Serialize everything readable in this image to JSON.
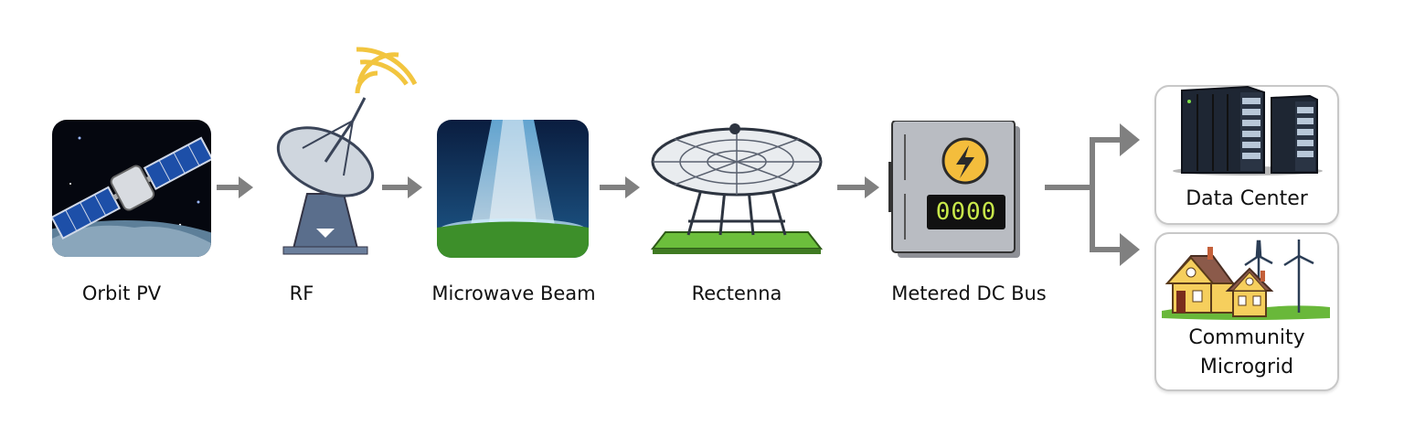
{
  "stages": [
    {
      "label": "Orbit PV",
      "icon": "satellite-icon"
    },
    {
      "label": "RF",
      "icon": "dish-transmitter-icon"
    },
    {
      "label": "Microwave Beam",
      "icon": "microwave-beam-icon"
    },
    {
      "label": "Rectenna",
      "icon": "rectenna-icon"
    },
    {
      "label": "Metered DC Bus",
      "icon": "meter-icon",
      "display": "0000"
    }
  ],
  "outputs": [
    {
      "label": "Data Center",
      "icon": "server-rack-icon"
    },
    {
      "label_line1": "Community",
      "label_line2": "Microgrid",
      "icon": "houses-wind-turbines-icon"
    }
  ],
  "colors": {
    "arrow": "#808080",
    "box_border": "#c8c8c8",
    "meter_bolt": "#f4bd3c",
    "meter_digits": "#c8e84a"
  }
}
